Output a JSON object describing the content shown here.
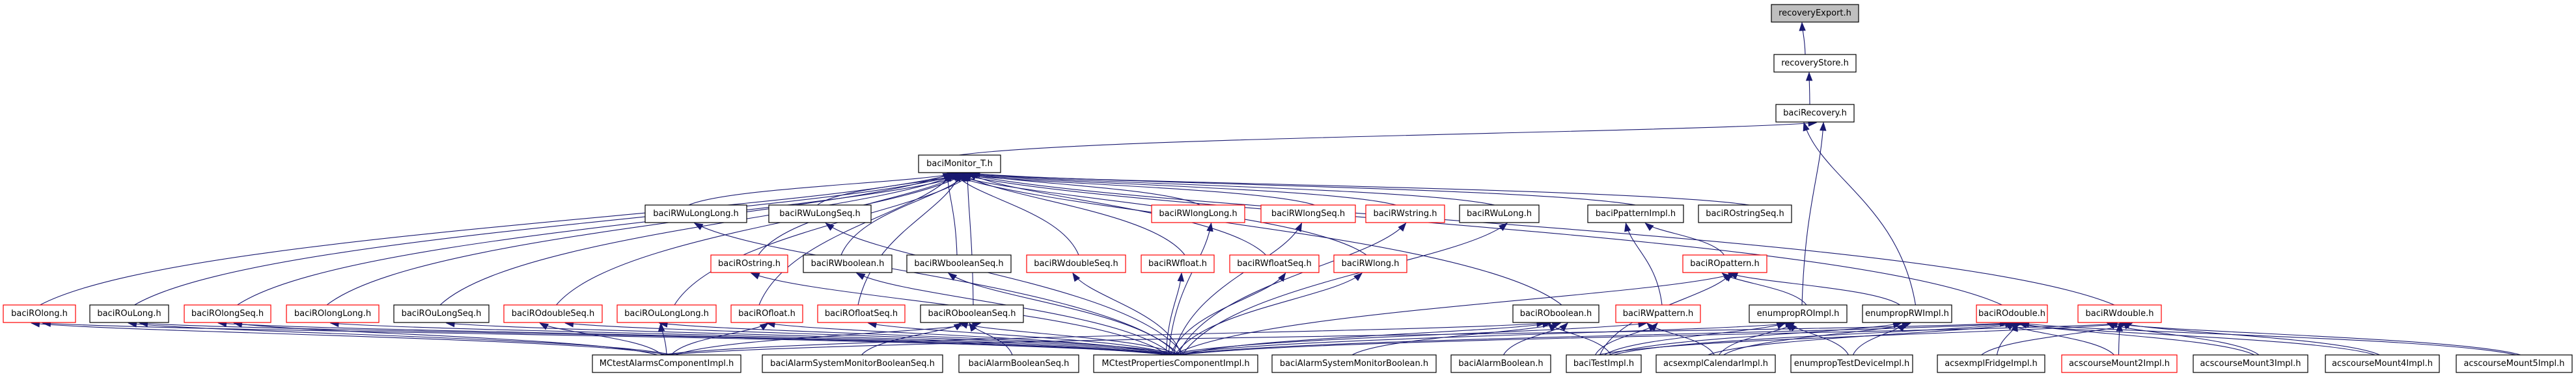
{
  "title": "recoveryExport.h include dependency graph",
  "colors": {
    "edge": "#191970",
    "node_border": "#000000",
    "node_border_undocumented": "#ff0000",
    "root_fill": "#bfbfbf"
  },
  "nodes": [
    {
      "id": "recoveryExport",
      "label": "recoveryExport.h",
      "style": "root"
    },
    {
      "id": "recoveryStore",
      "label": "recoveryStore.h",
      "style": "normal"
    },
    {
      "id": "baciRecovery",
      "label": "baciRecovery.h",
      "style": "normal"
    },
    {
      "id": "baciMonitor_T",
      "label": "baciMonitor_T.h",
      "style": "normal"
    },
    {
      "id": "baciRWuLongLong",
      "label": "baciRWuLongLong.h",
      "style": "normal"
    },
    {
      "id": "baciRWuLongSeq",
      "label": "baciRWuLongSeq.h",
      "style": "normal"
    },
    {
      "id": "baciRWlongLong",
      "label": "baciRWlongLong.h",
      "style": "red"
    },
    {
      "id": "baciRWlongSeq",
      "label": "baciRWlongSeq.h",
      "style": "red"
    },
    {
      "id": "baciRWstring",
      "label": "baciRWstring.h",
      "style": "red"
    },
    {
      "id": "baciRWuLong",
      "label": "baciRWuLong.h",
      "style": "normal"
    },
    {
      "id": "baciPpatternImpl",
      "label": "baciPpatternImpl.h",
      "style": "normal"
    },
    {
      "id": "baciROstringSeq",
      "label": "baciROstringSeq.h",
      "style": "normal"
    },
    {
      "id": "baciROstring",
      "label": "baciROstring.h",
      "style": "red"
    },
    {
      "id": "baciRWboolean",
      "label": "baciRWboolean.h",
      "style": "normal"
    },
    {
      "id": "baciRWbooleanSeq",
      "label": "baciRWbooleanSeq.h",
      "style": "normal"
    },
    {
      "id": "baciRWdoubleSeq",
      "label": "baciRWdoubleSeq.h",
      "style": "red"
    },
    {
      "id": "baciRWfloat",
      "label": "baciRWfloat.h",
      "style": "red"
    },
    {
      "id": "baciRWfloatSeq",
      "label": "baciRWfloatSeq.h",
      "style": "red"
    },
    {
      "id": "baciRWlong",
      "label": "baciRWlong.h",
      "style": "red"
    },
    {
      "id": "baciROpattern",
      "label": "baciROpattern.h",
      "style": "red"
    },
    {
      "id": "baciROlong",
      "label": "baciROlong.h",
      "style": "red"
    },
    {
      "id": "baciROuLong",
      "label": "baciROuLong.h",
      "style": "normal"
    },
    {
      "id": "baciROlongSeq",
      "label": "baciROlongSeq.h",
      "style": "red"
    },
    {
      "id": "baciROlongLong",
      "label": "baciROlongLong.h",
      "style": "red"
    },
    {
      "id": "baciROuLongSeq",
      "label": "baciROuLongSeq.h",
      "style": "normal"
    },
    {
      "id": "baciROdoubleSeq",
      "label": "baciROdoubleSeq.h",
      "style": "red"
    },
    {
      "id": "baciROuLongLong",
      "label": "baciROuLongLong.h",
      "style": "red"
    },
    {
      "id": "baciROfloat",
      "label": "baciROfloat.h",
      "style": "red"
    },
    {
      "id": "baciROfloatSeq",
      "label": "baciROfloatSeq.h",
      "style": "red"
    },
    {
      "id": "baciRObooleanSeq",
      "label": "baciRObooleanSeq.h",
      "style": "normal"
    },
    {
      "id": "baciROboolean",
      "label": "baciROboolean.h",
      "style": "normal"
    },
    {
      "id": "baciRWpattern",
      "label": "baciRWpattern.h",
      "style": "red"
    },
    {
      "id": "enumpropROImpl",
      "label": "enumpropROImpl.h",
      "style": "normal"
    },
    {
      "id": "enumpropRWImpl",
      "label": "enumpropRWImpl.h",
      "style": "normal"
    },
    {
      "id": "baciROdouble",
      "label": "baciROdouble.h",
      "style": "red"
    },
    {
      "id": "baciRWdouble",
      "label": "baciRWdouble.h",
      "style": "red"
    },
    {
      "id": "MCtestAlarmsComponentImpl",
      "label": "MCtestAlarmsComponentImpl.h",
      "style": "normal"
    },
    {
      "id": "baciAlarmSystemMonitorBooleanSeq",
      "label": "baciAlarmSystemMonitorBooleanSeq.h",
      "style": "normal"
    },
    {
      "id": "baciAlarmBooleanSeq",
      "label": "baciAlarmBooleanSeq.h",
      "style": "normal"
    },
    {
      "id": "MCtestPropertiesComponentImpl",
      "label": "MCtestPropertiesComponentImpl.h",
      "style": "normal"
    },
    {
      "id": "baciAlarmSystemMonitorBoolean",
      "label": "baciAlarmSystemMonitorBoolean.h",
      "style": "normal"
    },
    {
      "id": "baciAlarmBoolean",
      "label": "baciAlarmBoolean.h",
      "style": "normal"
    },
    {
      "id": "baciTestImpl",
      "label": "baciTestImpl.h",
      "style": "normal"
    },
    {
      "id": "acsexmplCalendarImpl",
      "label": "acsexmplCalendarImpl.h",
      "style": "normal"
    },
    {
      "id": "enumpropTestDeviceImpl",
      "label": "enumpropTestDeviceImpl.h",
      "style": "normal"
    },
    {
      "id": "acsexmplFridgeImpl",
      "label": "acsexmplFridgeImpl.h",
      "style": "normal"
    },
    {
      "id": "acscourseMount2Impl",
      "label": "acscourseMount2Impl.h",
      "style": "red"
    },
    {
      "id": "acscourseMount3Impl",
      "label": "acscourseMount3Impl.h",
      "style": "normal"
    },
    {
      "id": "acscourseMount4Impl",
      "label": "acscourseMount4Impl.h",
      "style": "normal"
    },
    {
      "id": "acscourseMount5Impl",
      "label": "acscourseMount5Impl.h",
      "style": "normal"
    }
  ],
  "edges": [
    [
      "recoveryStore",
      "recoveryExport"
    ],
    [
      "baciRecovery",
      "recoveryStore"
    ],
    [
      "baciMonitor_T",
      "baciRecovery"
    ],
    [
      "enumpropROImpl",
      "baciRecovery"
    ],
    [
      "enumpropRWImpl",
      "baciRecovery"
    ],
    [
      "baciRWuLongLong",
      "baciMonitor_T"
    ],
    [
      "baciRWuLongSeq",
      "baciMonitor_T"
    ],
    [
      "baciRWlongLong",
      "baciMonitor_T"
    ],
    [
      "baciRWlongSeq",
      "baciMonitor_T"
    ],
    [
      "baciRWstring",
      "baciMonitor_T"
    ],
    [
      "baciRWuLong",
      "baciMonitor_T"
    ],
    [
      "baciPpatternImpl",
      "baciMonitor_T"
    ],
    [
      "baciROstringSeq",
      "baciMonitor_T"
    ],
    [
      "baciROstring",
      "baciMonitor_T"
    ],
    [
      "baciRWboolean",
      "baciMonitor_T"
    ],
    [
      "baciRWbooleanSeq",
      "baciMonitor_T"
    ],
    [
      "baciRWdoubleSeq",
      "baciMonitor_T"
    ],
    [
      "baciRWfloat",
      "baciMonitor_T"
    ],
    [
      "baciRWfloatSeq",
      "baciMonitor_T"
    ],
    [
      "baciRWlong",
      "baciMonitor_T"
    ],
    [
      "baciROlong",
      "baciMonitor_T"
    ],
    [
      "baciROuLong",
      "baciMonitor_T"
    ],
    [
      "baciROlongSeq",
      "baciMonitor_T"
    ],
    [
      "baciROlongLong",
      "baciMonitor_T"
    ],
    [
      "baciROuLongSeq",
      "baciMonitor_T"
    ],
    [
      "baciROdoubleSeq",
      "baciMonitor_T"
    ],
    [
      "baciROuLongLong",
      "baciMonitor_T"
    ],
    [
      "baciROfloat",
      "baciMonitor_T"
    ],
    [
      "baciROfloatSeq",
      "baciMonitor_T"
    ],
    [
      "baciRObooleanSeq",
      "baciMonitor_T"
    ],
    [
      "baciROboolean",
      "baciMonitor_T"
    ],
    [
      "baciROdouble",
      "baciMonitor_T"
    ],
    [
      "baciRWdouble",
      "baciMonitor_T"
    ],
    [
      "baciROpattern",
      "baciPpatternImpl"
    ],
    [
      "baciRWpattern",
      "baciPpatternImpl"
    ],
    [
      "enumpropROImpl",
      "baciROpattern"
    ],
    [
      "enumpropRWImpl",
      "baciROpattern"
    ],
    [
      "MCtestPropertiesComponentImpl",
      "baciROpattern"
    ],
    [
      "MCtestAlarmsComponentImpl",
      "baciROlong"
    ],
    [
      "MCtestAlarmsComponentImpl",
      "baciROuLong"
    ],
    [
      "MCtestAlarmsComponentImpl",
      "baciROlongSeq"
    ],
    [
      "MCtestAlarmsComponentImpl",
      "baciROdoubleSeq"
    ],
    [
      "MCtestAlarmsComponentImpl",
      "baciROuLongLong"
    ],
    [
      "MCtestAlarmsComponentImpl",
      "baciROfloat"
    ],
    [
      "MCtestAlarmsComponentImpl",
      "baciRObooleanSeq"
    ],
    [
      "MCtestAlarmsComponentImpl",
      "baciROboolean"
    ],
    [
      "MCtestAlarmsComponentImpl",
      "baciROdouble"
    ],
    [
      "MCtestPropertiesComponentImpl",
      "baciROlong"
    ],
    [
      "MCtestPropertiesComponentImpl",
      "baciROuLong"
    ],
    [
      "MCtestPropertiesComponentImpl",
      "baciROlongSeq"
    ],
    [
      "MCtestPropertiesComponentImpl",
      "baciROlongLong"
    ],
    [
      "MCtestPropertiesComponentImpl",
      "baciROuLongSeq"
    ],
    [
      "MCtestPropertiesComponentImpl",
      "baciROdoubleSeq"
    ],
    [
      "MCtestPropertiesComponentImpl",
      "baciROuLongLong"
    ],
    [
      "MCtestPropertiesComponentImpl",
      "baciROfloat"
    ],
    [
      "MCtestPropertiesComponentImpl",
      "baciROfloatSeq"
    ],
    [
      "MCtestPropertiesComponentImpl",
      "baciRObooleanSeq"
    ],
    [
      "MCtestPropertiesComponentImpl",
      "baciROboolean"
    ],
    [
      "MCtestPropertiesComponentImpl",
      "baciROstring"
    ],
    [
      "MCtestPropertiesComponentImpl",
      "baciRWboolean"
    ],
    [
      "MCtestPropertiesComponentImpl",
      "baciRWbooleanSeq"
    ],
    [
      "MCtestPropertiesComponentImpl",
      "baciRWdoubleSeq"
    ],
    [
      "MCtestPropertiesComponentImpl",
      "baciRWfloat"
    ],
    [
      "MCtestPropertiesComponentImpl",
      "baciRWfloatSeq"
    ],
    [
      "MCtestPropertiesComponentImpl",
      "baciRWlong"
    ],
    [
      "MCtestPropertiesComponentImpl",
      "baciRWuLongLong"
    ],
    [
      "MCtestPropertiesComponentImpl",
      "baciRWuLongSeq"
    ],
    [
      "MCtestPropertiesComponentImpl",
      "baciRWlongLong"
    ],
    [
      "MCtestPropertiesComponentImpl",
      "baciRWlongSeq"
    ],
    [
      "MCtestPropertiesComponentImpl",
      "baciRWstring"
    ],
    [
      "MCtestPropertiesComponentImpl",
      "baciRWuLong"
    ],
    [
      "MCtestPropertiesComponentImpl",
      "baciRWpattern"
    ],
    [
      "MCtestPropertiesComponentImpl",
      "enumpropROImpl"
    ],
    [
      "MCtestPropertiesComponentImpl",
      "baciROdouble"
    ],
    [
      "MCtestPropertiesComponentImpl",
      "baciRWdouble"
    ],
    [
      "baciAlarmSystemMonitorBooleanSeq",
      "baciRObooleanSeq"
    ],
    [
      "baciAlarmBooleanSeq",
      "baciRObooleanSeq"
    ],
    [
      "baciAlarmSystemMonitorBoolean",
      "baciROboolean"
    ],
    [
      "baciAlarmBoolean",
      "baciROboolean"
    ],
    [
      "baciTestImpl",
      "baciROboolean"
    ],
    [
      "baciTestImpl",
      "baciRWpattern"
    ],
    [
      "baciTestImpl",
      "baciROpattern"
    ],
    [
      "baciTestImpl",
      "enumpropROImpl"
    ],
    [
      "baciTestImpl",
      "enumpropRWImpl"
    ],
    [
      "baciTestImpl",
      "baciROdouble"
    ],
    [
      "baciTestImpl",
      "baciRWdouble"
    ],
    [
      "acsexmplCalendarImpl",
      "baciRWpattern"
    ],
    [
      "acsexmplCalendarImpl",
      "enumpropROImpl"
    ],
    [
      "acsexmplCalendarImpl",
      "enumpropRWImpl"
    ],
    [
      "acsexmplCalendarImpl",
      "baciROdouble"
    ],
    [
      "enumpropTestDeviceImpl",
      "enumpropROImpl"
    ],
    [
      "enumpropTestDeviceImpl",
      "enumpropRWImpl"
    ],
    [
      "acsexmplFridgeImpl",
      "baciROdouble"
    ],
    [
      "acsexmplFridgeImpl",
      "baciRWdouble"
    ],
    [
      "acscourseMount2Impl",
      "baciROdouble"
    ],
    [
      "acscourseMount2Impl",
      "baciRWdouble"
    ],
    [
      "acscourseMount3Impl",
      "baciROdouble"
    ],
    [
      "acscourseMount3Impl",
      "baciRWdouble"
    ],
    [
      "acscourseMount4Impl",
      "baciROdouble"
    ],
    [
      "acscourseMount4Impl",
      "baciRWdouble"
    ],
    [
      "acscourseMount5Impl",
      "baciROdouble"
    ],
    [
      "acscourseMount5Impl",
      "baciRWdouble"
    ]
  ]
}
